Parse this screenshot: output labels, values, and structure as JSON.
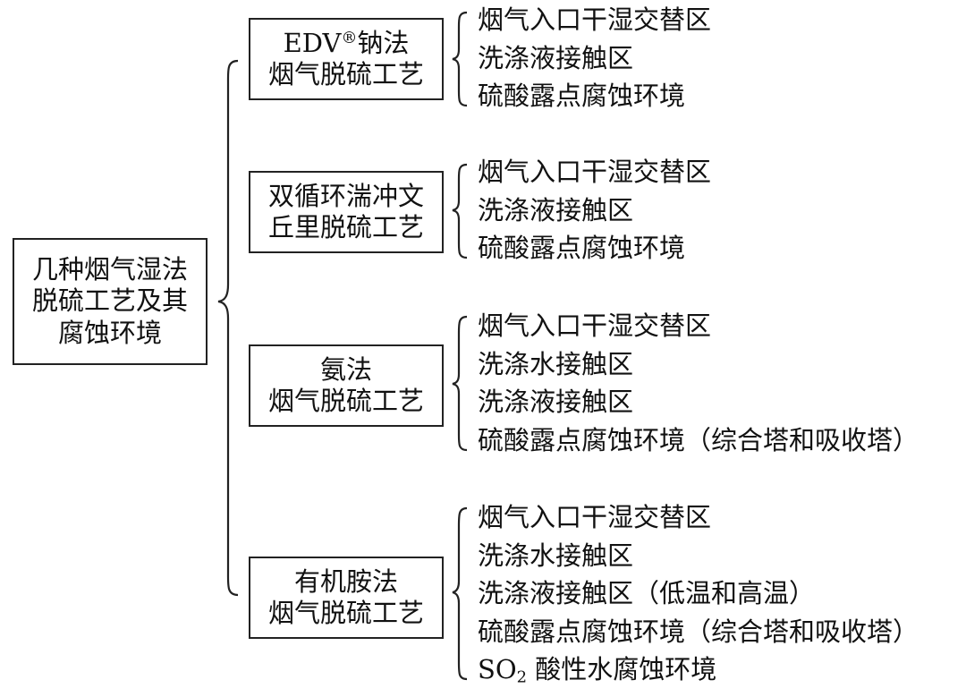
{
  "root": {
    "lines": [
      "几种烟气湿法",
      "脱硫工艺及其",
      "腐蚀环境"
    ]
  },
  "processes": [
    {
      "title_lines": [
        "EDV",
        "钠法"
      ],
      "title_sup": "®",
      "title_line2": "烟气脱硫工艺",
      "items": [
        "烟气入口干湿交替区",
        "洗涤液接触区",
        "硫酸露点腐蚀环境"
      ]
    },
    {
      "title_line1": "双循环湍冲文",
      "title_line2": "丘里脱硫工艺",
      "items": [
        "烟气入口干湿交替区",
        "洗涤液接触区",
        "硫酸露点腐蚀环境"
      ]
    },
    {
      "title_line1": "氨法",
      "title_line2": "烟气脱硫工艺",
      "items": [
        "烟气入口干湿交替区",
        "洗涤水接触区",
        "洗涤液接触区",
        "硫酸露点腐蚀环境（综合塔和吸收塔）"
      ]
    },
    {
      "title_line1": "有机胺法",
      "title_line2": "烟气脱硫工艺",
      "items": [
        "烟气入口干湿交替区",
        "洗涤水接触区",
        "洗涤液接触区（低温和高温）",
        "硫酸露点腐蚀环境（综合塔和吸收塔）"
      ],
      "last_item": {
        "prefix": "SO",
        "subscript": "2",
        "suffix": " 酸性水腐蚀环境"
      }
    }
  ]
}
